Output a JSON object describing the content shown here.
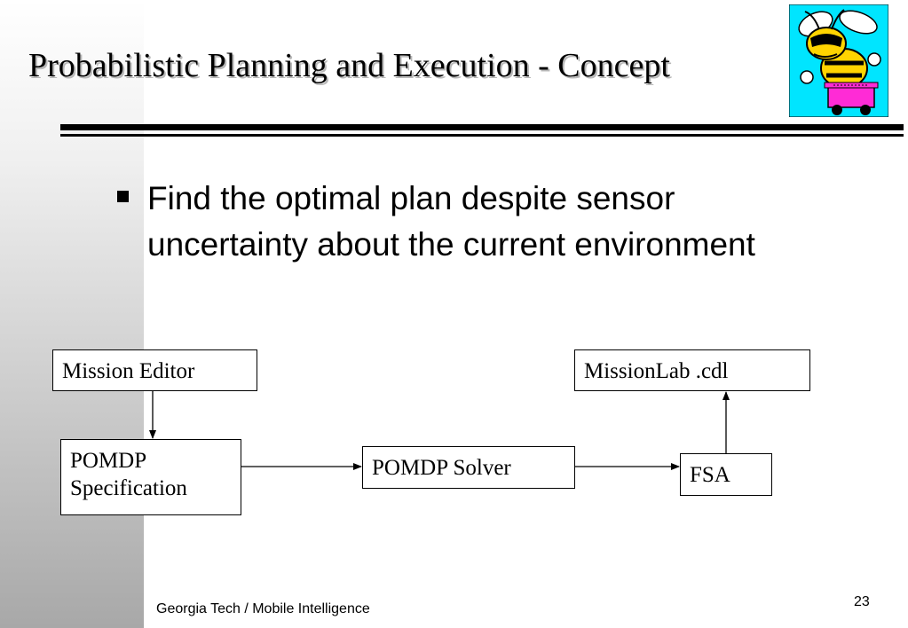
{
  "slide": {
    "title": "Probabilistic Planning and Execution - Concept",
    "bullets": [
      "Find the optimal plan despite sensor uncertainty about the current environment"
    ],
    "footer": "Georgia Tech / Mobile Intelligence",
    "page_number": "23"
  },
  "diagram": {
    "nodes": {
      "mission_editor": "Mission Editor",
      "pomdp_spec_line1": "POMDP",
      "pomdp_spec_line2": "Specification",
      "pomdp_solver": "POMDP Solver",
      "missionlab_cdl": "MissionLab .cdl",
      "fsa": "FSA"
    },
    "edges": [
      {
        "from": "Mission Editor",
        "to": "POMDP Specification"
      },
      {
        "from": "POMDP Specification",
        "to": "POMDP Solver"
      },
      {
        "from": "POMDP Solver",
        "to": "FSA"
      },
      {
        "from": "FSA",
        "to": "MissionLab .cdl"
      }
    ]
  },
  "colors": {
    "logo_background": "#00e5ff",
    "logo_cart": "#ff2bd6",
    "logo_bee": "#ffd400"
  },
  "icons": {
    "logo": "yellow-jacket-mascot-icon"
  }
}
